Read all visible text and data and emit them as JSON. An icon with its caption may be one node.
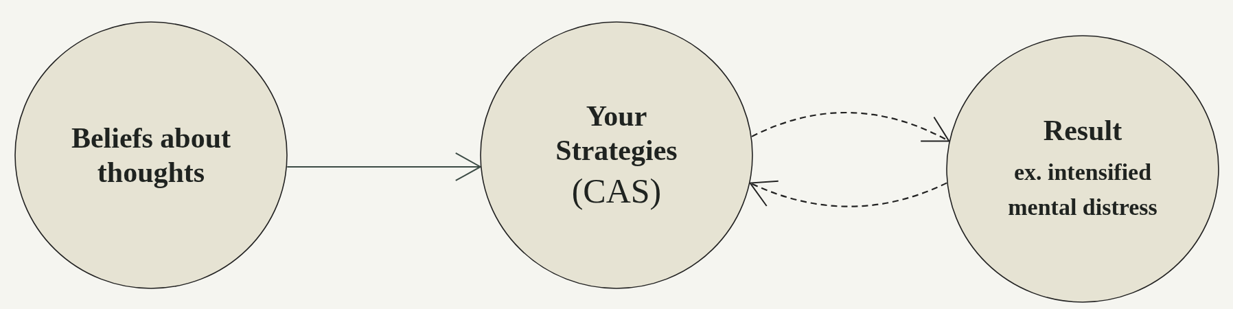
{
  "diagram": {
    "nodes": [
      {
        "text": [
          "Beliefs about thoughts"
        ]
      },
      {
        "text": [
          "Your Strategies",
          "(CAS)"
        ]
      },
      {
        "text": [
          "Result",
          "ex. intensified mental distress"
        ]
      }
    ],
    "edges": [
      {
        "from": 0,
        "to": 1,
        "arrow": "to",
        "color": "#3c4b45"
      },
      {
        "from": 1,
        "to": 2,
        "arrow": "to",
        "style": "dashed"
      },
      {
        "from": 2,
        "to": 1,
        "arrow": "to",
        "style": "dashed"
      }
    ]
  }
}
